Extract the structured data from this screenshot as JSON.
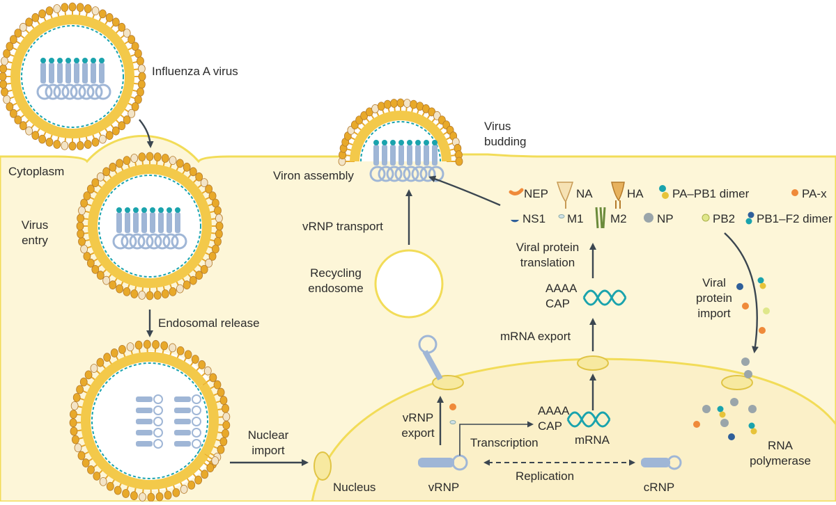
{
  "labels": {
    "influenza": "Influenza A virus",
    "cytoplasm": "Cytoplasm",
    "virus_entry_1": "Virus",
    "virus_entry_2": "entry",
    "endosomal_release": "Endosomal release",
    "nuclear_import_1": "Nuclear",
    "nuclear_import_2": "import",
    "nucleus": "Nucleus",
    "vrnp_export_1": "vRNP",
    "vrnp_export_2": "export",
    "vrnp": "vRNP",
    "crnp": "cRNP",
    "transcription": "Transcription",
    "replication": "Replication",
    "mrna": "mRNA",
    "aaaa_nuc": "AAAA",
    "cap_nuc": "CAP",
    "mrna_export": "mRNA export",
    "aaaa_cyto": "AAAA",
    "cap_cyto": "CAP",
    "viral_protein_translation_1": "Viral protein",
    "viral_protein_translation_2": "translation",
    "recycling_endosome_1": "Recycling",
    "recycling_endosome_2": "endosome",
    "vrnp_transport": "vRNP transport",
    "virion_assembly": "Viron assembly",
    "virus_budding_1": "Virus",
    "virus_budding_2": "budding",
    "viral_protein_import_1": "Viral",
    "viral_protein_import_2": "protein",
    "viral_protein_import_3": "import",
    "rna_polymerase_1": "RNA",
    "rna_polymerase_2": "polymerase"
  },
  "legend": [
    {
      "label": "NEP",
      "icon": "nep-icon"
    },
    {
      "label": "NA",
      "icon": "na-icon"
    },
    {
      "label": "HA",
      "icon": "ha-icon"
    },
    {
      "label": "PA–PB1 dimer",
      "icon": "pa-pb1-dimer-icon"
    },
    {
      "label": "PA-x",
      "icon": "pa-x-icon"
    },
    {
      "label": "NS1",
      "icon": "ns1-icon"
    },
    {
      "label": "M1",
      "icon": "m1-icon"
    },
    {
      "label": "M2",
      "icon": "m2-icon"
    },
    {
      "label": "NP",
      "icon": "np-icon"
    },
    {
      "label": "PB2",
      "icon": "pb2-icon"
    },
    {
      "label": "PB1–F2 dimer",
      "icon": "pb1-f2-dimer-icon"
    }
  ],
  "colors": {
    "cytoplasm": "#fdf6d8",
    "membrane": "#f2dc58",
    "lipid_head": "#e8a92a",
    "lipid_tail": "#f3c94a",
    "rnp": "#9fb6d6",
    "rna": "#1aa3ad",
    "arrow": "#3b4650",
    "nep": "#ef8a3a",
    "ns1": "#2f5f9a",
    "np": "#9aa5aa",
    "pb2": "#dfe78a",
    "ha": "#e7b25e"
  }
}
